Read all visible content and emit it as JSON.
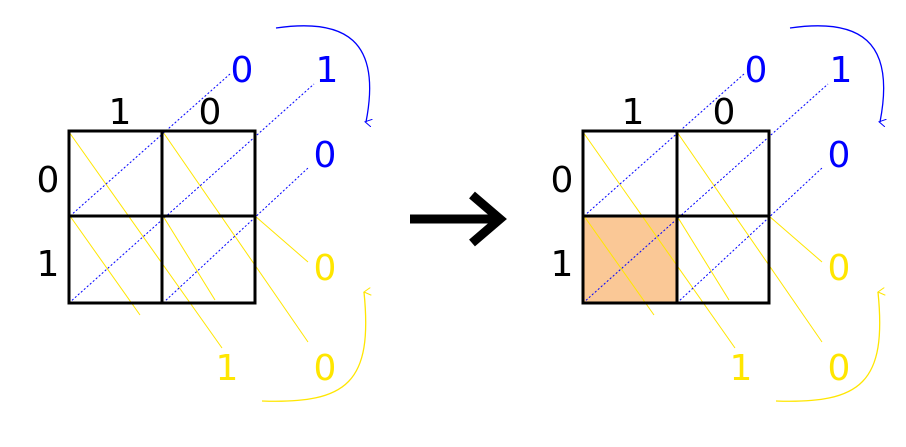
{
  "colors": {
    "grid": "#000000",
    "blue": "#0000ff",
    "yellow": "#ffe600",
    "highlight": "#fac896",
    "arrow": "#000000"
  },
  "left": {
    "col_labels": [
      "1",
      "0"
    ],
    "row_labels": [
      "0",
      "1"
    ],
    "blue_labels": [
      "0",
      "1",
      "0"
    ],
    "yellow_labels": [
      "0",
      "1",
      "0"
    ],
    "highlighted_cell": null
  },
  "right": {
    "col_labels": [
      "1",
      "0"
    ],
    "row_labels": [
      "0",
      "1"
    ],
    "blue_labels": [
      "0",
      "1",
      "0"
    ],
    "yellow_labels": [
      "0",
      "1",
      "0"
    ],
    "highlighted_cell": "row-2-col-1"
  },
  "icons": {
    "transition": "right-arrow-icon"
  }
}
